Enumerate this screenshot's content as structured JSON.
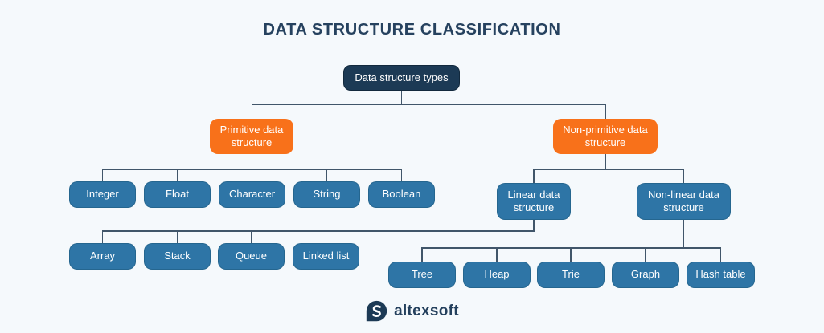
{
  "title": "DATA STRUCTURE CLASSIFICATION",
  "colors": {
    "background": "#f5f9fc",
    "root_bg": "#1c3a55",
    "category_bg": "#f8711a",
    "node_bg": "#2e75a6",
    "connector": "#41566a",
    "title_text": "#26425f"
  },
  "nodes": {
    "root": "Data structure types",
    "primitive": "Primitive data structure",
    "non_primitive": "Non-primitive data structure",
    "primitive_types": [
      "Integer",
      "Float",
      "Character",
      "String",
      "Boolean"
    ],
    "linear": "Linear data structure",
    "non_linear": "Non-linear data structure",
    "linear_types": [
      "Array",
      "Stack",
      "Queue",
      "Linked list"
    ],
    "non_linear_types": [
      "Tree",
      "Heap",
      "Trie",
      "Graph",
      "Hash table"
    ]
  },
  "footer": {
    "brand": "altexsoft",
    "logo": "altexsoft-logo"
  }
}
